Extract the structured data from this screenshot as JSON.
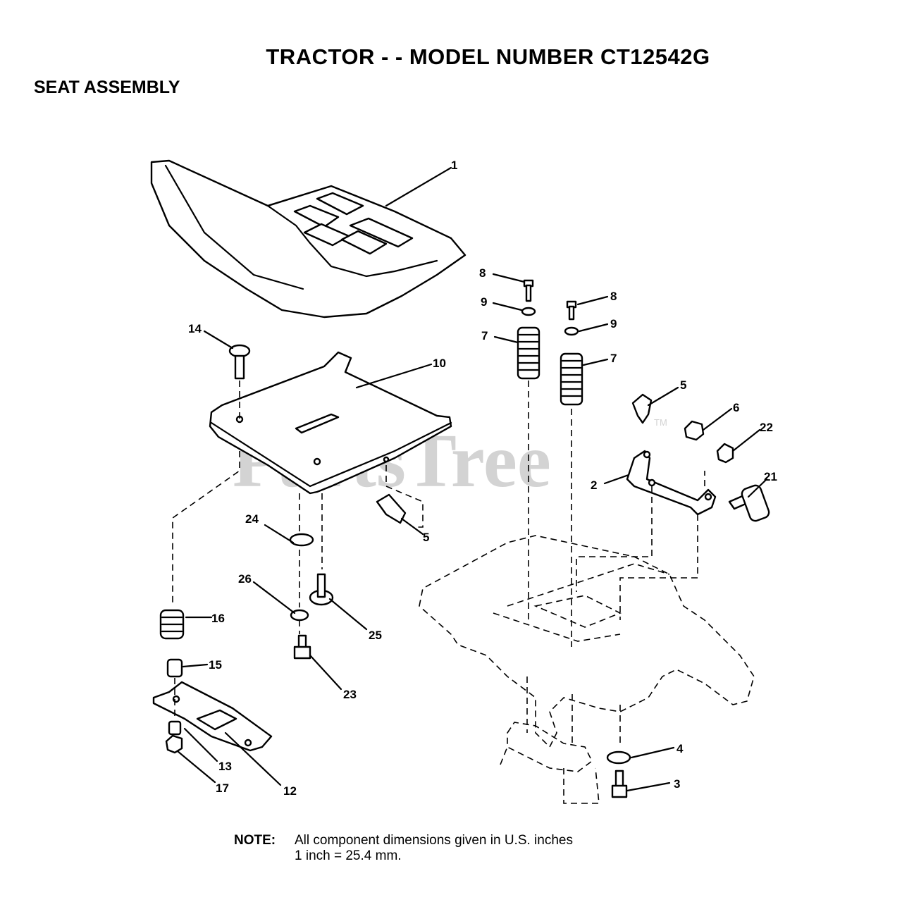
{
  "title": "TRACTOR - - MODEL NUMBER CT12542G",
  "subtitle": "SEAT ASSEMBLY",
  "watermark": {
    "text": "PartsTree",
    "tm": "TM"
  },
  "callouts": [
    "1",
    "2",
    "3",
    "4",
    "5",
    "5",
    "6",
    "7",
    "7",
    "8",
    "8",
    "9",
    "9",
    "10",
    "12",
    "13",
    "14",
    "15",
    "16",
    "17",
    "21",
    "22",
    "23",
    "24",
    "25",
    "26"
  ],
  "note": {
    "label": "NOTE:",
    "line1": "All component dimensions given in U.S. inches",
    "line2": "1 inch = 25.4 mm."
  }
}
